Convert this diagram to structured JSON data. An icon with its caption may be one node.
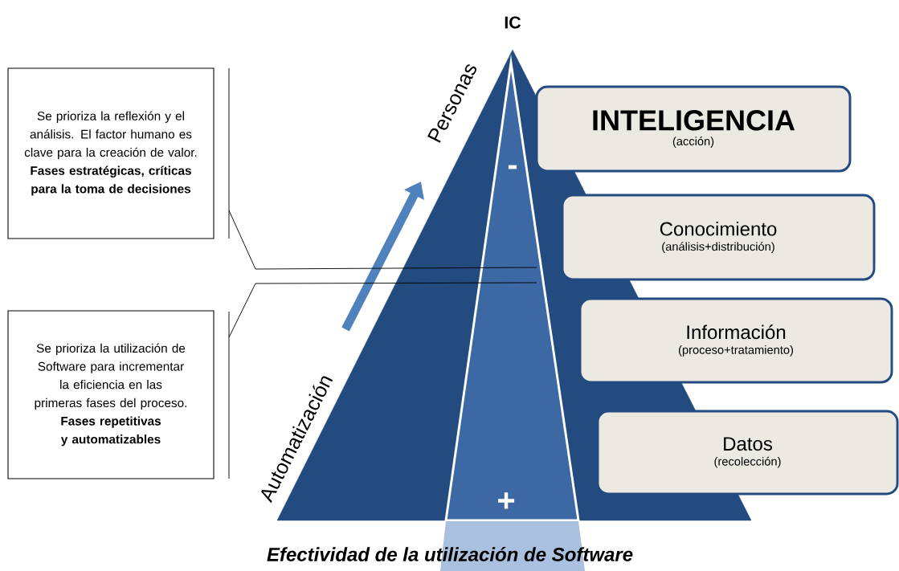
{
  "diagram": {
    "caption": "Efectividad de la utilización de Software",
    "nodes": [
      {
        "text": [
          "Se prioriza la reflexión y el análisis. El factor humano es clave para la creación de valor.",
          "Fases estratégicas, críticas para la toma de decisiones"
        ]
      },
      {
        "text": [
          "Se prioriza la utilización de Software para incrementar la eficiencia en las primeras fases del proceso.",
          "Fases repetitivas y automatizables"
        ]
      },
      {
        "text": [
          "INTELIGENCIA",
          "(acción)"
        ]
      },
      {
        "text": [
          "Conocimiento",
          "(análisis+distribución)"
        ]
      },
      {
        "text": [
          "Información",
          "(proceso+tratamiento)"
        ]
      },
      {
        "text": [
          "Datos",
          "(recolección)"
        ]
      }
    ],
    "labels": [
      "IC",
      "Personas",
      "-",
      "Automatización",
      "+"
    ]
  }
}
